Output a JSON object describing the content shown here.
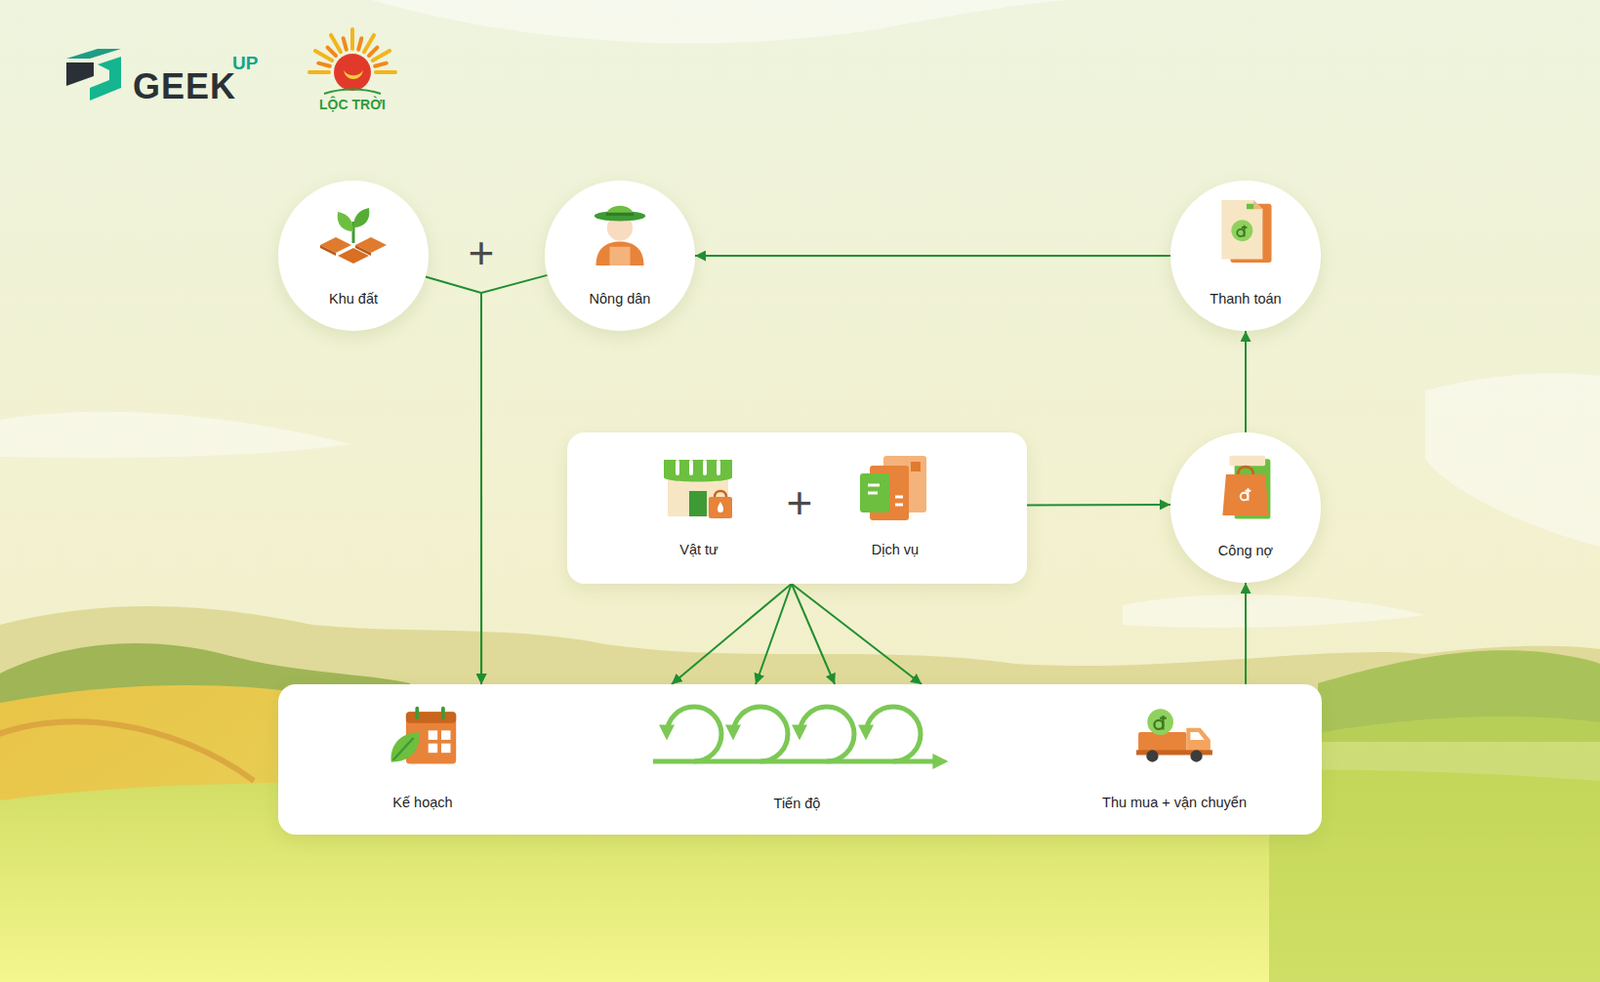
{
  "diagram": {
    "nodes": [
      {
        "text": [
          "Khu đất"
        ]
      },
      {
        "text": [
          "Nông dân"
        ]
      },
      {
        "text": [
          "Thanh toán"
        ]
      },
      {
        "text": [
          "Công nợ"
        ]
      },
      {
        "text": []
      },
      {
        "text": [
          "Vật tư"
        ],
        "in": 4
      },
      {
        "text": [
          "Dịch vụ"
        ],
        "in": 4
      },
      {
        "text": []
      },
      {
        "text": [
          "Kế hoạch"
        ],
        "in": 7
      },
      {
        "text": [
          "Tiến độ"
        ],
        "in": 7
      },
      {
        "text": [
          "Thu mua + vận chuyển"
        ],
        "in": 7
      }
    ],
    "edges": [
      {
        "from": 0,
        "to": 8,
        "arrow": "to"
      },
      {
        "from": 1,
        "to": 8,
        "arrow": "to"
      },
      {
        "from": 2,
        "to": 1,
        "arrow": "to"
      },
      {
        "from": 3,
        "to": 2,
        "arrow": "to"
      },
      {
        "from": 4,
        "to": 3,
        "arrow": "to"
      },
      {
        "from": 10,
        "to": 3,
        "arrow": "to"
      },
      {
        "from": 4,
        "to": 9,
        "arrow": "to"
      },
      {
        "from": 4,
        "to": 9,
        "arrow": "to"
      },
      {
        "from": 4,
        "to": 9,
        "arrow": "to"
      },
      {
        "from": 4,
        "to": 9,
        "arrow": "to"
      }
    ],
    "labels": [
      "GEEK",
      "UP",
      "LỘC TRỜI",
      "+",
      "+"
    ]
  }
}
